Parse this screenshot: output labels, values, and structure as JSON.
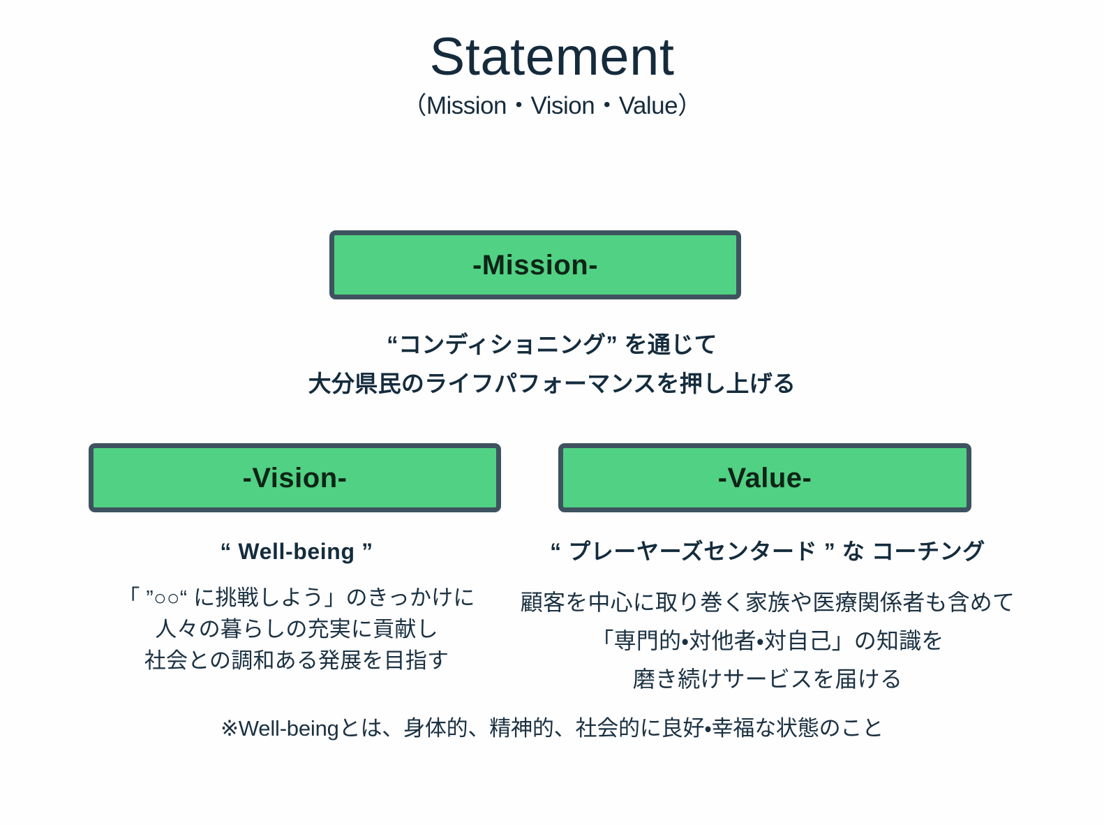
{
  "header": {
    "title": "Statement",
    "subtitle": "（Mission・Vision・Value）"
  },
  "colors": {
    "background": "#FEFEFE",
    "box_fill": "#51D183",
    "box_border": "#3E525F",
    "box_label_text": "#0E2417",
    "heading_text": "#152B3C",
    "body_text": "#1B3142"
  },
  "sections": {
    "mission": {
      "box_label": "-Mission-",
      "lead_lines": [
        "“コンディショニング” を通じて",
        "大分県民のライフパフォーマンスを押し上げる"
      ]
    },
    "vision": {
      "box_label": "-Vision-",
      "lead": "“ Well-being ”",
      "body_lines": [
        "「 ”○○“ に挑戦しよう」のきっかけに",
        "人々の暮らしの充実に貢献し",
        "社会との調和ある発展を目指す"
      ]
    },
    "value": {
      "box_label": "-Value-",
      "lead": "“ プレーヤーズセンタード ” な コーチング",
      "body_lines": [
        "顧客を中心に取り巻く家族や医療関係者も含めて",
        "「専門的・対他者・対自己」の知識を",
        "磨き続けサービスを届ける"
      ]
    }
  },
  "footnote": "※Well-beingとは、身体的、精神的、社会的に良好・幸福な状態のこと"
}
